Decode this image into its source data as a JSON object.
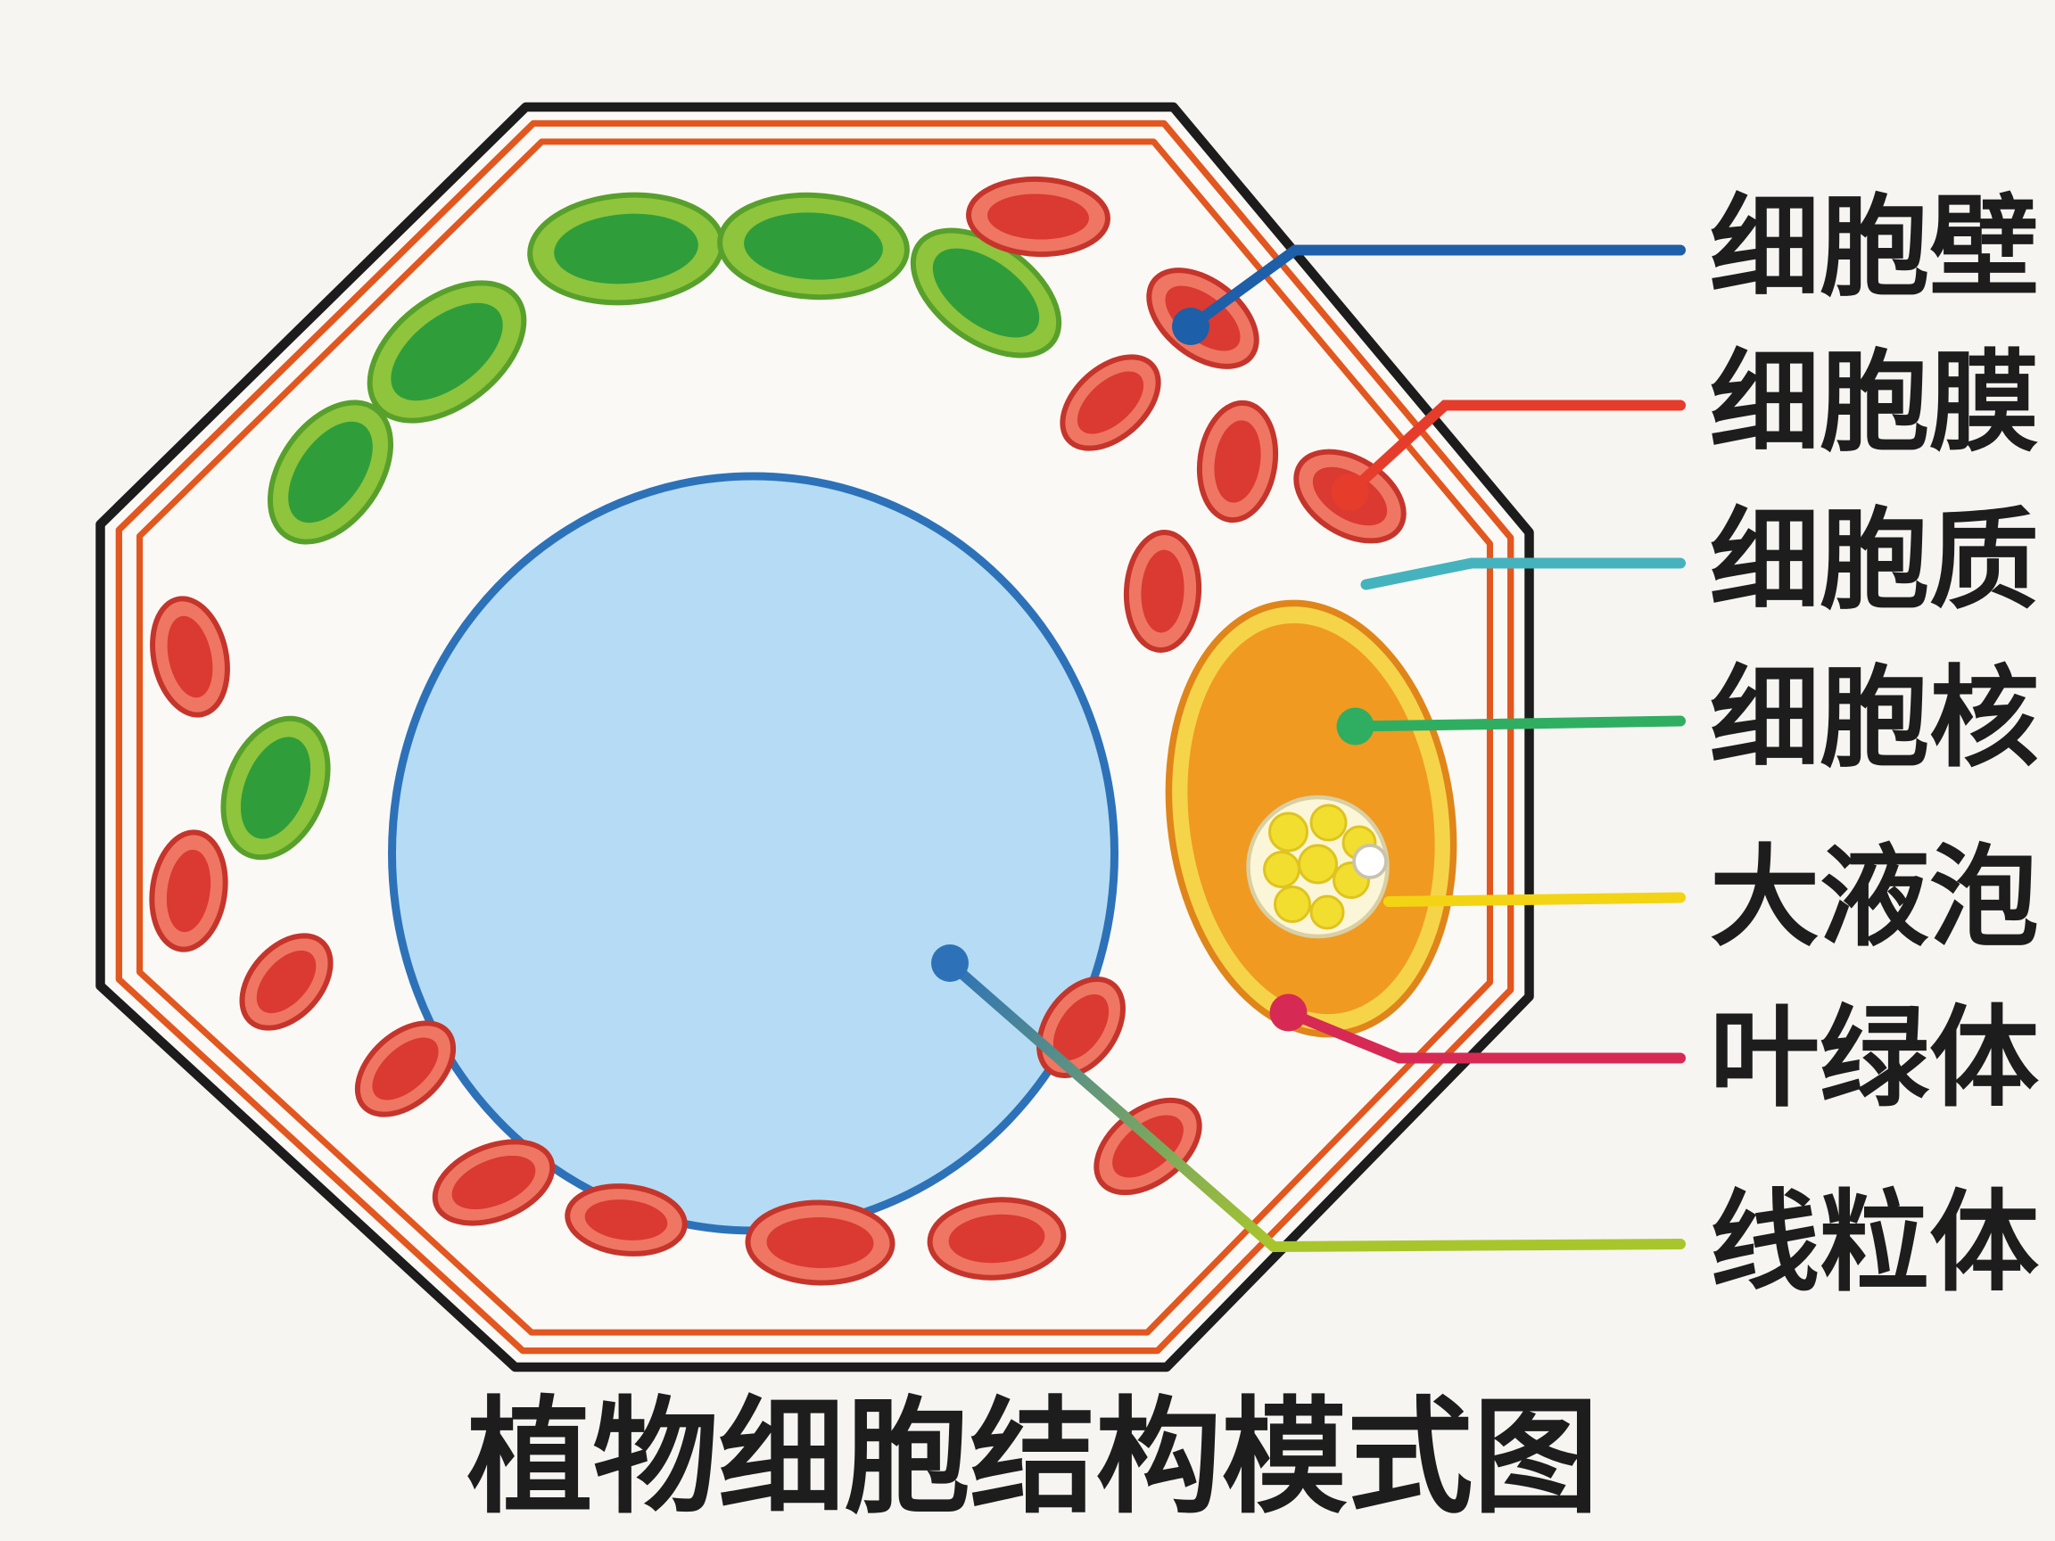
{
  "diagram": {
    "title": "植物细胞结构模式图",
    "labels": [
      {
        "text": "细胞壁",
        "color": "#1d5fa8"
      },
      {
        "text": "细胞膜",
        "color": "#e63c2b"
      },
      {
        "text": "细胞质",
        "color": "#45b3bd"
      },
      {
        "text": "细胞核",
        "color": "#2fae62"
      },
      {
        "text": "大液泡",
        "color": "#f3d414"
      },
      {
        "text": "叶绿体",
        "color": "#d62a55"
      },
      {
        "text": "线粒体",
        "color": "#a8c62c"
      }
    ],
    "palette": {
      "bg": "#f7f5f2",
      "cell-fill": "#fbf9f6",
      "wall": "#1c1c1c",
      "membrane": "#e2571f",
      "vacuole-fill": "#b5dcf4",
      "vacuole-stroke": "#2d72b8",
      "chl-outer": "#8fc43d",
      "chl-edge": "#58a02c",
      "chl-inner": "#2f9e3a",
      "mit-outer": "#ef7663",
      "mit-edge": "#c5352b",
      "mit-inner": "#da3a31",
      "nucleus-rim": "#f6d44a",
      "nucleus-edge": "#e0851a",
      "nucleus-fill": "#f09a22",
      "nucleolus-bg": "#fcf6d8",
      "nucleolus-dot": "#f2de2e",
      "text": "#1d1d1d"
    }
  }
}
